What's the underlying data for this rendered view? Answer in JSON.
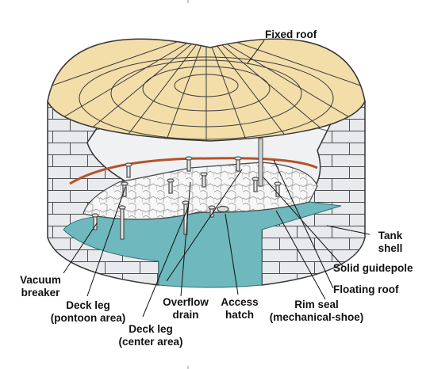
{
  "labels": {
    "fixed_roof": "Fixed roof",
    "tank_shell": [
      "Tank",
      "shell"
    ],
    "solid_guidepole": "Solid guidepole",
    "floating_roof": "Floating roof",
    "rim_seal": [
      "Rim seal",
      "(mechanical-shoe)"
    ],
    "access_hatch": [
      "Access",
      "hatch"
    ],
    "overflow_drain": [
      "Overflow",
      "drain"
    ],
    "deck_leg_center": [
      "Deck leg",
      "(center area)"
    ],
    "deck_leg_pontoon": [
      "Deck leg",
      "(pontoon area)"
    ],
    "vacuum_breaker": [
      "Vacuum",
      "breaker"
    ]
  },
  "colors": {
    "roof": "#f3deaa",
    "roof_lines": "#3a3a3a",
    "shell_block": "#e9eaee",
    "shell_line": "#4a4a4a",
    "liquid": "#6fb8bd",
    "deck": "#f7f7f7",
    "rim_band": "#b5522b",
    "text": "#111111"
  }
}
